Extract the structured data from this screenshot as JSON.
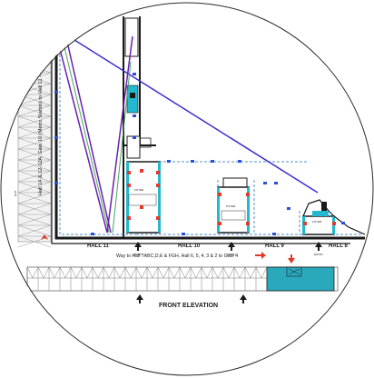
{
  "plan": {
    "halls": [
      "HALL 11",
      "HALL 10",
      "HALL 9",
      "HALL 8"
    ],
    "entry_label": "ENTRY",
    "foyer_label": "FOYER",
    "direction_text": "Way to Hall 7ABC,D,E & FGH, Hall 6, 5, 4, 3 & 2 to Gate 4",
    "vertical_text": "Hall 14 & 12-12A, Gate 10 (Metro Station) to Hall 11 - Hall 7",
    "exit_label": "EXIT",
    "elevation_title": "FRONT ELEVATION"
  },
  "colors": {
    "wall": "#1a1a1a",
    "dashed_route": "#4f8fcf",
    "purple_line": "#6a1fb0",
    "blue_line": "#3a2fd0",
    "green_line": "#3fa85a",
    "marker_red": "#e03a2a",
    "marker_blue": "#2a4fe0",
    "cyan_block": "#22b8d0",
    "elevation_fill": "#2aa9bd",
    "pillar_stroke": "#6a6a6a"
  }
}
